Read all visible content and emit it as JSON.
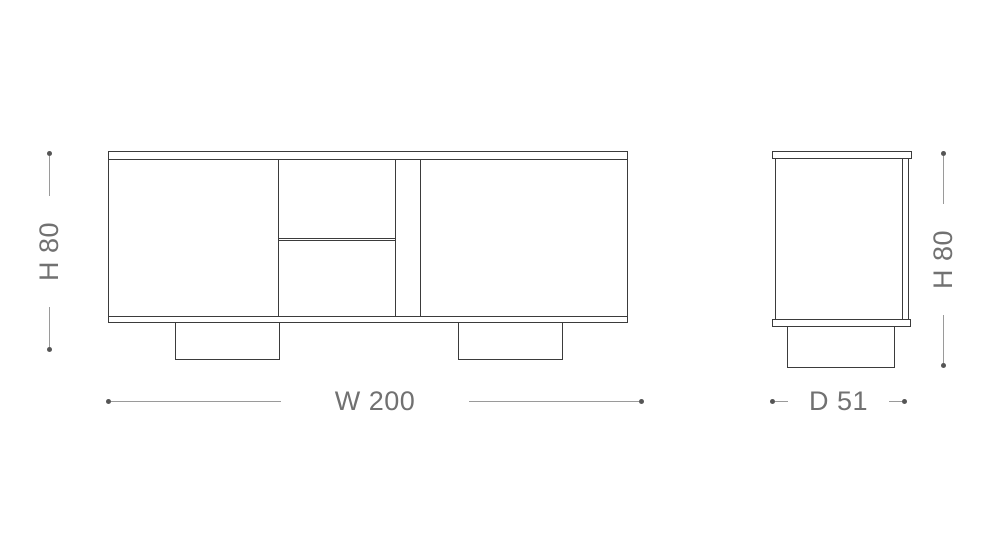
{
  "diagram": {
    "type": "furniture-dimension-drawing",
    "subject": "sideboard",
    "views": [
      {
        "id": "front-view",
        "description": "front elevation with two doors, two drawers and two plinth feet"
      },
      {
        "id": "side-view",
        "description": "side elevation with single plinth foot"
      }
    ],
    "dimensions": {
      "height_left": {
        "prefix": "H",
        "value": 80,
        "label": "H 80"
      },
      "height_right": {
        "prefix": "H",
        "value": 80,
        "label": "H 80"
      },
      "width": {
        "prefix": "W",
        "value": 200,
        "label": "W 200"
      },
      "depth": {
        "prefix": "D",
        "value": 51,
        "label": "D 51"
      }
    },
    "colors": {
      "background": "#ffffff",
      "furniture_line": "#3b3b3b",
      "dimension_line": "#9a9a9a",
      "dimension_dot": "#555555",
      "label_text": "#717171"
    }
  }
}
